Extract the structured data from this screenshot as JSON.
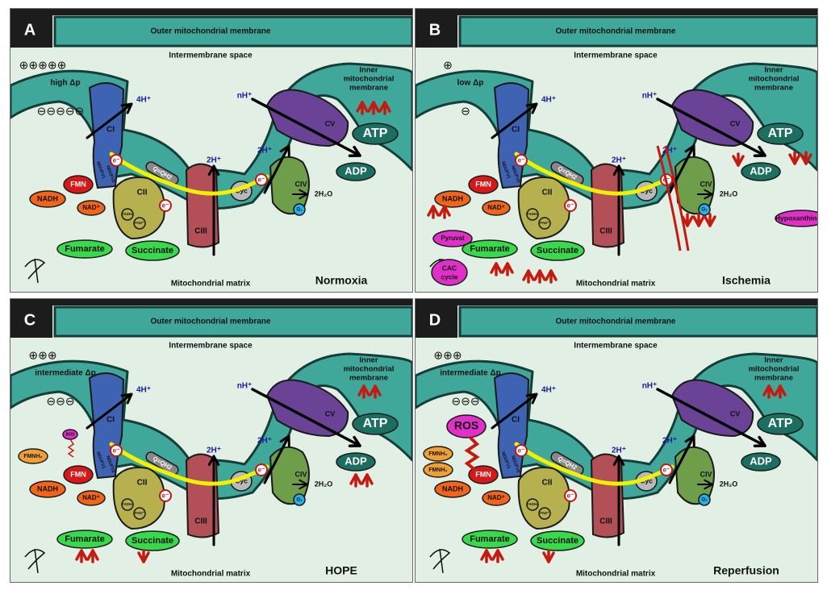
{
  "colors": {
    "background": "#e2efe4",
    "membrane": "#3fa89a",
    "membrane_dark": "#163d38",
    "complex_I": "#3e63b3",
    "complex_II": "#b7b04e",
    "complex_III": "#b24f57",
    "complex_IV": "#6e9e4a",
    "complex_V": "#6a4396",
    "cytochrome_c": "#b9b9b9",
    "atp_adp": "#1c6e60",
    "fumarate_succinate": "#39d94c",
    "nadh": "#f0651a",
    "fmn": "#d81818",
    "ros_pink": "#e030c8",
    "o2": "#28b0e8",
    "electron_path": "#f4f000",
    "red_arrows": "#c51a10",
    "header_bar": "#1c1c1c"
  },
  "common": {
    "outer_membrane": "Outer mitochondrial membrane",
    "intermembrane_space": "Intermembrane space",
    "inner_membrane_line1": "Inner",
    "inner_membrane_line2": "mitochondrial",
    "inner_membrane_line3": "membrane",
    "matrix": "Mitochondrial matrix",
    "ci": "CI",
    "cii": "CII",
    "ciii": "CIII",
    "civ": "CIV",
    "cv": "CV",
    "cyc": "Cyc",
    "q_label": "Q=QH2",
    "h4": "4H⁺",
    "h2": "2H⁺",
    "nh": "nH⁺",
    "electron": "e⁻",
    "water": "2H₂O",
    "o2": "O₂",
    "fmn": "FMN",
    "nadh": "NADH",
    "nad": "NAD⁺",
    "fumarate": "Fumarate",
    "succinate": "Succinate",
    "atp": "ATP",
    "adp": "ADP",
    "fadh2": "FADH₂",
    "fad": "FAD⁺",
    "ndufv1": "NDUFV1",
    "ndufv2": "NDUFV2"
  },
  "panels": [
    {
      "letter": "A",
      "condition": "Normoxia",
      "delta_p": "high Δp",
      "charges_plus": "⊕⊕⊕⊕⊕",
      "charges_minus": "⊖⊖⊖⊖⊖"
    },
    {
      "letter": "B",
      "condition": "Ischemia",
      "delta_p": "low Δp",
      "charges_plus": "⊕",
      "charges_minus": "⊖",
      "pyruvat": "Pyruvat",
      "cac_line1": "CAC",
      "cac_line2": "cycle",
      "hypoxanthine": "Hypoxanthine"
    },
    {
      "letter": "C",
      "condition": "HOPE",
      "delta_p": "intermediate Δp",
      "charges_plus": "⊕⊕⊕",
      "charges_minus": "⊖⊖⊖",
      "ros": "ROS",
      "fmnh2": "FMNH₂"
    },
    {
      "letter": "D",
      "condition": "Reperfusion",
      "delta_p": "intermediate Δp",
      "charges_plus": "⊕⊕⊕",
      "charges_minus": "⊖⊖⊖",
      "ros": "ROS",
      "fmnh2": "FMNH₂"
    }
  ]
}
